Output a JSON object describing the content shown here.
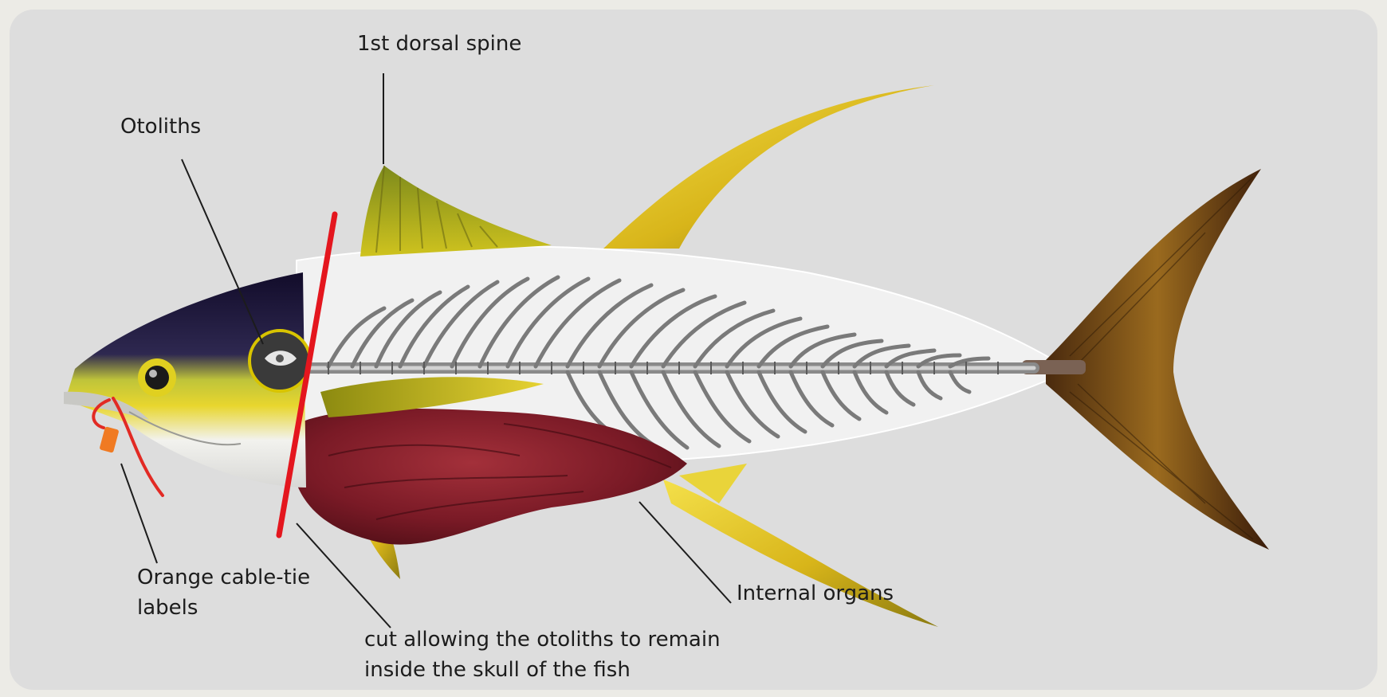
{
  "labels": {
    "first_dorsal_spine": "1st dorsal spine",
    "otoliths": "Otoliths",
    "cable_tie_line1": "Orange cable-tie",
    "cable_tie_line2": "labels",
    "cut_line1": "cut allowing the otoliths to remain",
    "cut_line2": "inside the skull of the fish",
    "internal_organs": "Internal organs"
  },
  "colors": {
    "panel": "#dddddd",
    "cut_line": "#e4161e",
    "fins": "#d9b81e",
    "organs": "#7a1a26",
    "head": "#1b1534",
    "tail": "#5a3a14"
  },
  "icons": {
    "fish": "tuna-skeleton-illustration"
  }
}
